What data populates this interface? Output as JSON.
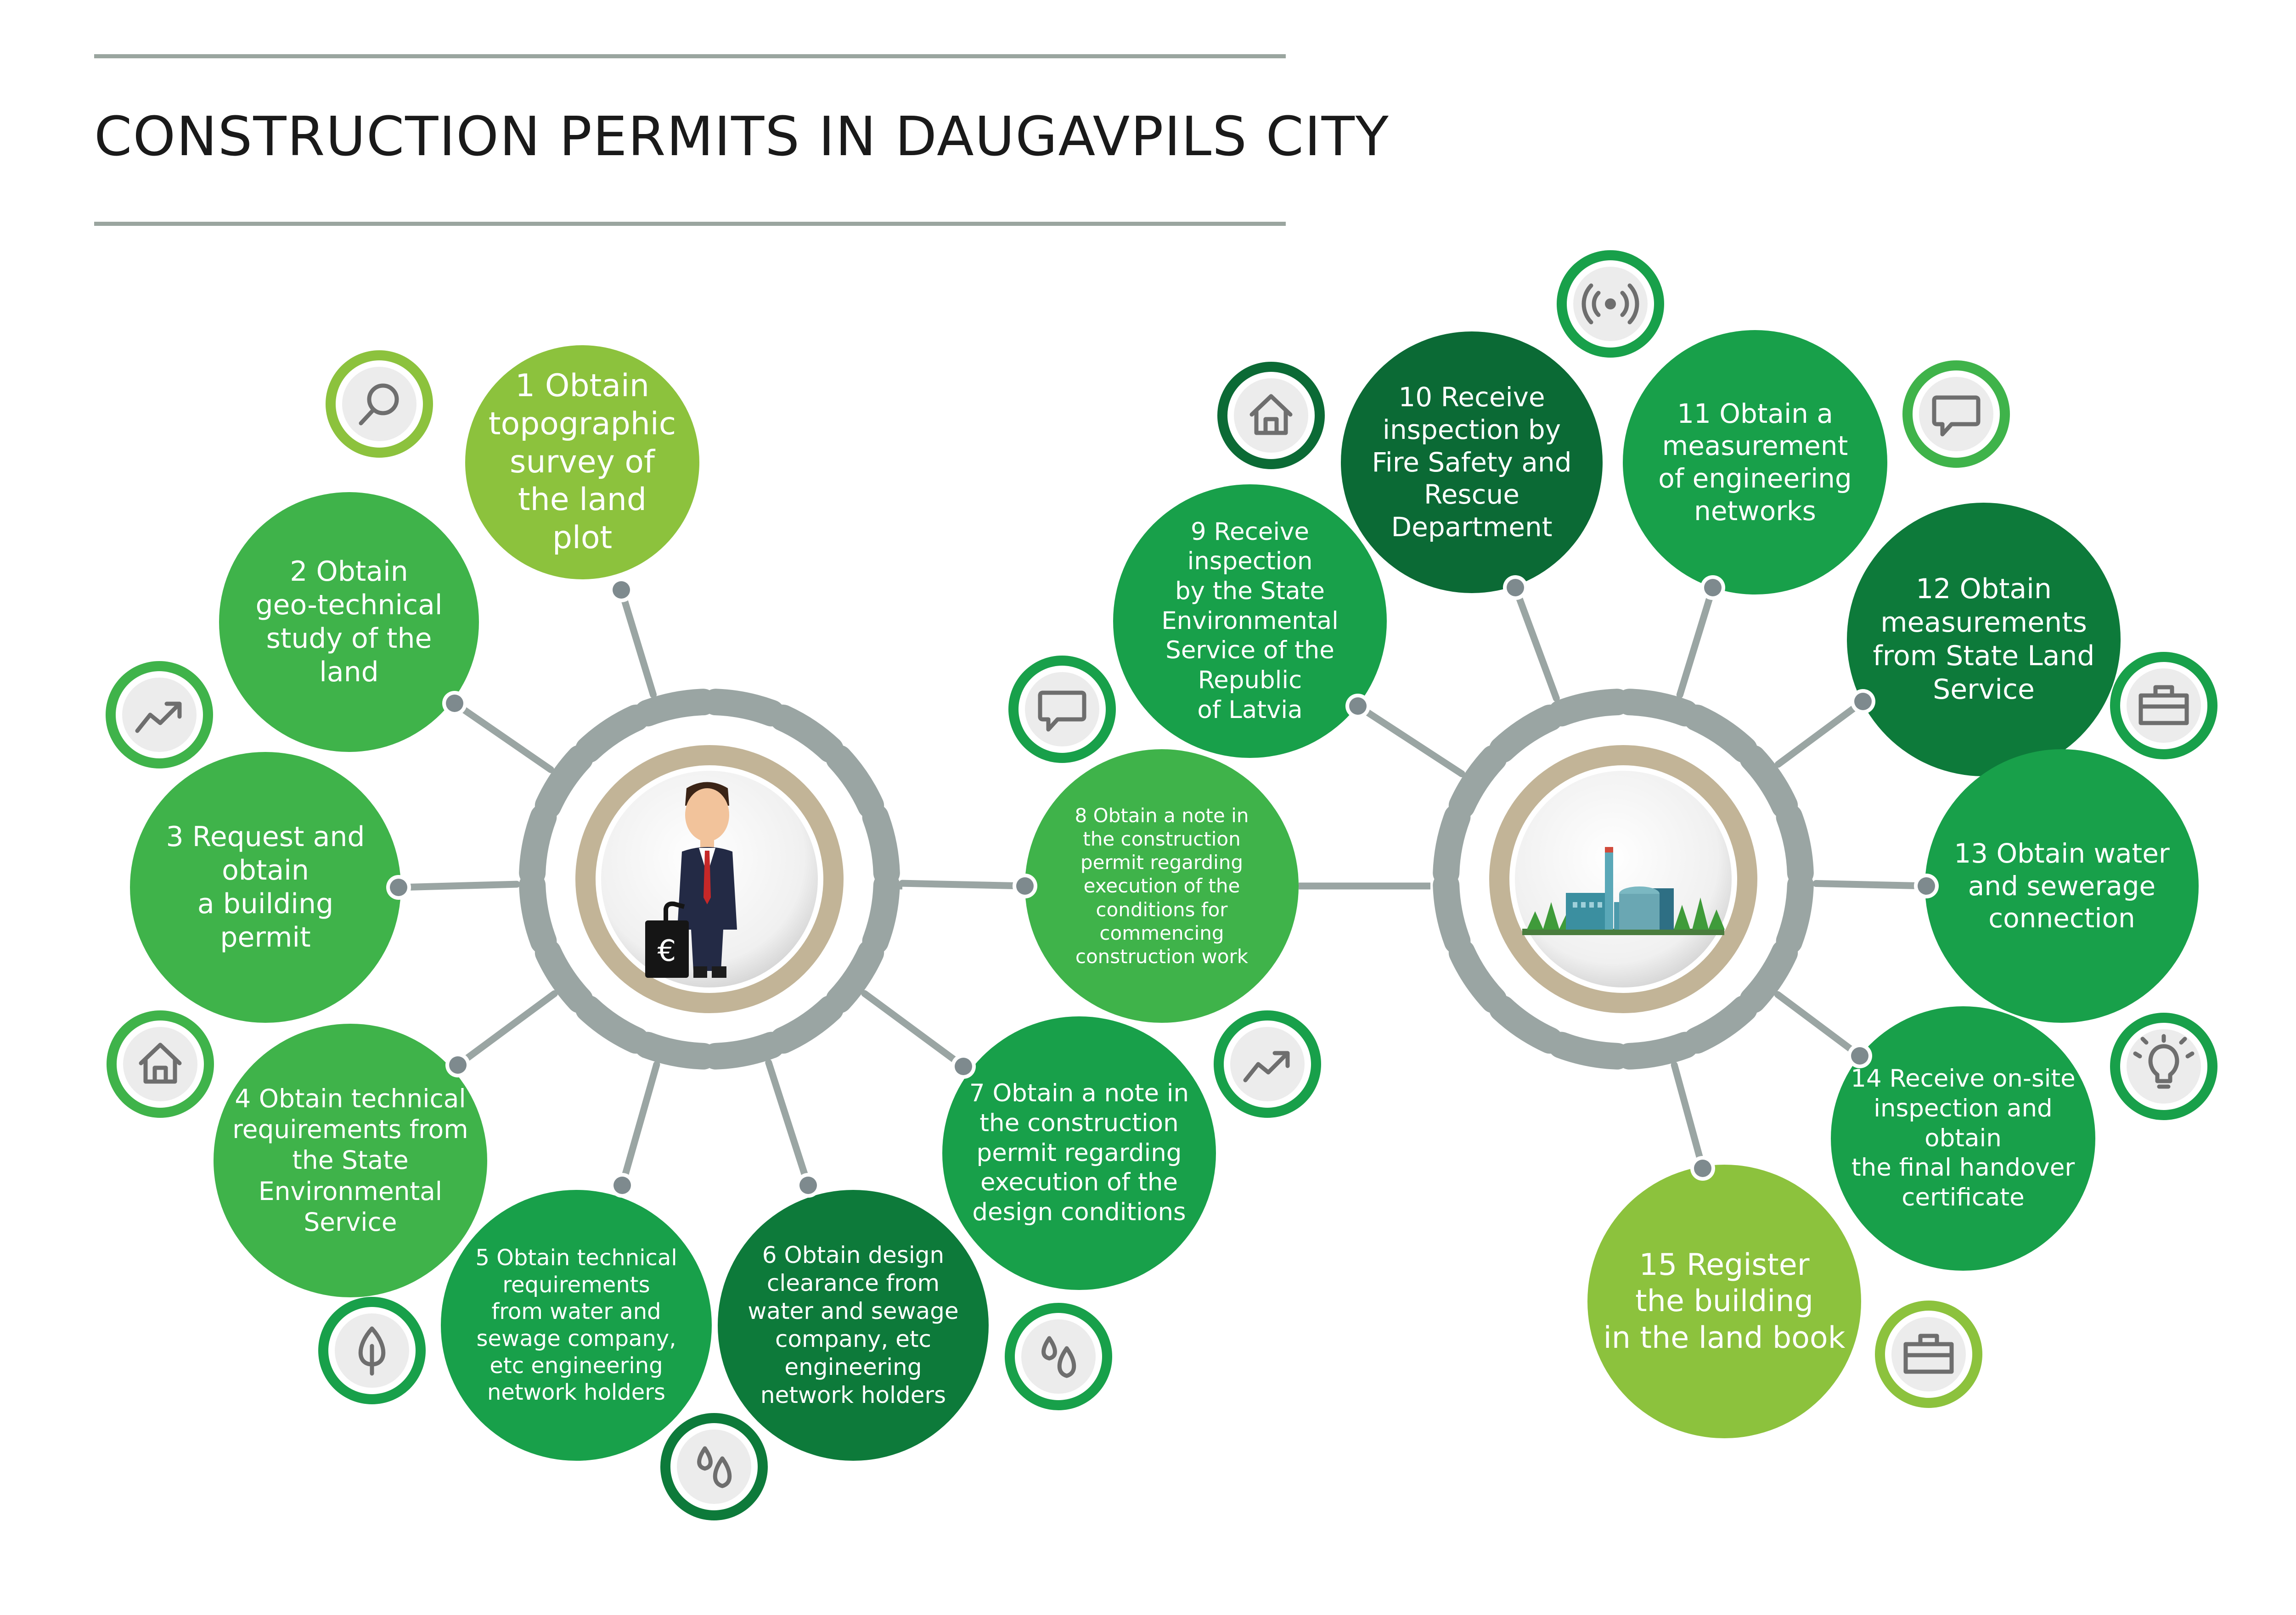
{
  "title": "CONSTRUCTION PERMITS IN DAUGAVPILS CITY",
  "colors": {
    "light_green": "#8cc23d",
    "mid_green": "#3fb34a",
    "green": "#18a04a",
    "dark_green": "#0d7a3a",
    "darkest_green": "#0b6a35",
    "ring_gray": "#9aa5a3",
    "ring_tan": "#c2b497",
    "icon_gray": "#6e6e6e"
  },
  "hubs": [
    {
      "name": "businessman-hub",
      "icon": "businessman-with-euro-bag"
    },
    {
      "name": "industrial-site-hub",
      "icon": "power-plant-buildings"
    }
  ],
  "steps": [
    {
      "text": "1 Obtain\ntopographic\nsurvey of\nthe land plot",
      "color": "#8cc23d",
      "icon": "search-icon"
    },
    {
      "text": "2 Obtain\ngeo-technical\nstudy of the land",
      "color": "#3fb34a",
      "icon": "trend-arrow-icon"
    },
    {
      "text": "3 Request and\nobtain\na building permit",
      "color": "#3fb34a",
      "icon": "none"
    },
    {
      "text": "4 Obtain technical\nrequirements from\nthe State\nEnvironmental\nService",
      "color": "#3fb34a",
      "icon": "house-icon"
    },
    {
      "text": "5 Obtain technical\nrequirements\nfrom water and\nsewage company,\netc engineering\nnetwork holders",
      "color": "#18a04a",
      "icon": "tree-icon"
    },
    {
      "text": "6 Obtain design\nclearance from\nwater and sewage\ncompany, etc\nengineering\nnetwork holders",
      "color": "#0d7a3a",
      "icon": "water-drops-icon"
    },
    {
      "text": "7 Obtain a note in\nthe construction\npermit regarding\nexecution of the\ndesign conditions",
      "color": "#18a04a",
      "icon": "water-drops-icon"
    },
    {
      "text": "8 Obtain a note in\nthe construction\npermit regarding\nexecution of the\nconditions for\ncommencing\nconstruction work",
      "color": "#3fb34a",
      "icon": "chat-bubble-icon"
    },
    {
      "text": "9 Receive\ninspection\nby the State\nEnvironmental\nService of the\nRepublic\nof Latvia",
      "color": "#18a04a",
      "icon": "trend-arrow-icon"
    },
    {
      "text": "10 Receive\ninspection by\nFire Safety and\nRescue\nDepartment",
      "color": "#0b6a35",
      "icon": "house-icon"
    },
    {
      "text": "11 Obtain a\nmeasurement\nof engineering\nnetworks",
      "color": "#18a04a",
      "icon": "signal-icon"
    },
    {
      "text": "12 Obtain\nmeasurements\nfrom State Land\nService",
      "color": "#0d7a3a",
      "icon": "chat-bubble-icon"
    },
    {
      "text": "13 Obtain water\nand sewerage\nconnection",
      "color": "#18a04a",
      "icon": "briefcase-icon"
    },
    {
      "text": "14 Receive on-site\ninspection and obtain\nthe final handover\ncertificate",
      "color": "#18a04a",
      "icon": "lightbulb-icon"
    },
    {
      "text": "15 Register\nthe building\nin the land book",
      "color": "#8cc23d",
      "icon": "briefcase-icon"
    }
  ]
}
